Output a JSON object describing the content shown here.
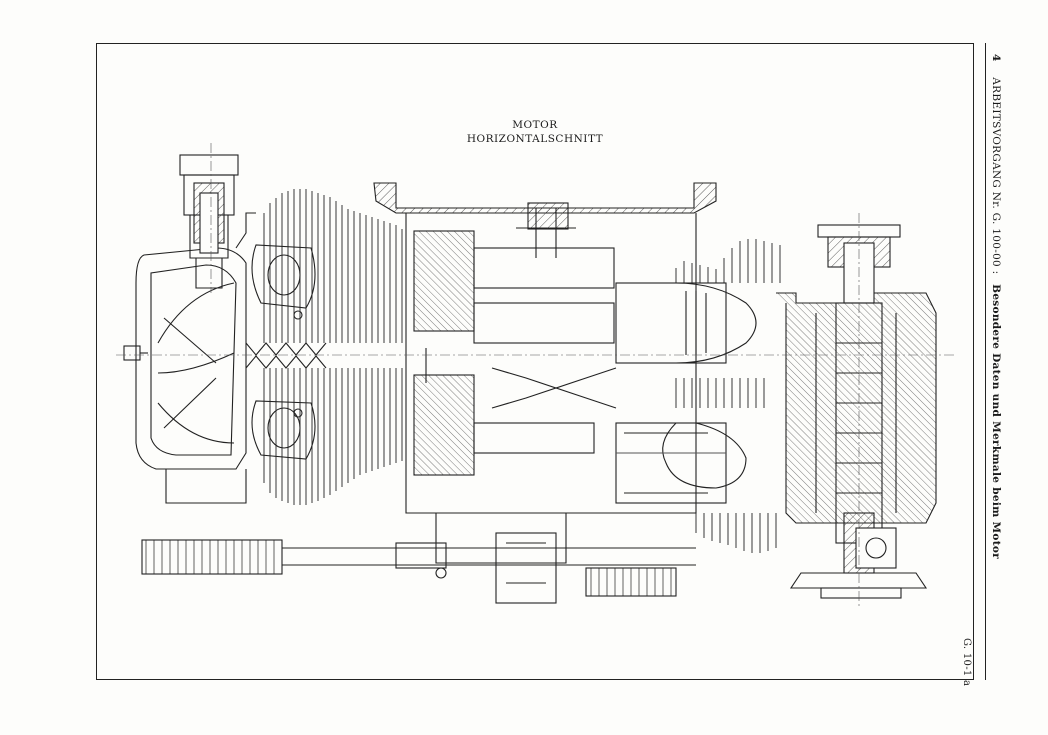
{
  "header": {
    "page_number": "4",
    "work_step": "ARBEITSVORGANG Nr. G. 100-00 :",
    "title": "Besondere Daten und Merkmale beim Motor"
  },
  "figure": {
    "title_line1": "MOTOR",
    "title_line2": "HORIZONTALSCHNITT"
  },
  "footer": {
    "reference": "G. 10-1 a"
  },
  "colors": {
    "ink": "#1a1a1a",
    "paper": "#fdfdfb"
  }
}
